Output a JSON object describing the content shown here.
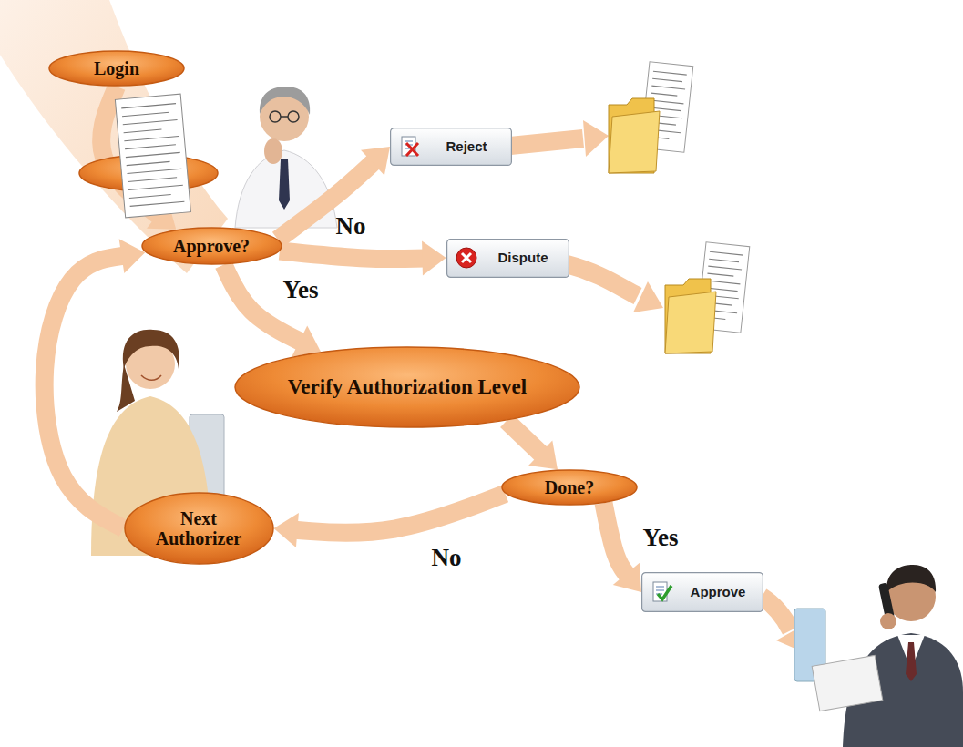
{
  "diagram": {
    "nodes": [
      {
        "text": [
          "Login"
        ]
      },
      {
        "text": [
          "Approve?"
        ]
      },
      {
        "text": [
          "Reject"
        ]
      },
      {
        "text": [
          "Dispute"
        ]
      },
      {
        "text": [
          "Verify Authorization Level"
        ]
      },
      {
        "text": [
          "Done?"
        ]
      },
      {
        "text": [
          "Next Authorizer"
        ]
      },
      {
        "text": [
          "Approve"
        ]
      }
    ],
    "edges": [
      {
        "from": 0,
        "to": 1,
        "arrow": "to"
      },
      {
        "from": 1,
        "to": 2,
        "label": "No",
        "arrow": "to"
      },
      {
        "from": 1,
        "to": 3,
        "arrow": "to"
      },
      {
        "from": 1,
        "to": 4,
        "label": "Yes",
        "arrow": "to"
      },
      {
        "from": 4,
        "to": 5,
        "arrow": "to"
      },
      {
        "from": 5,
        "to": 7,
        "label": "Yes",
        "arrow": "to"
      },
      {
        "from": 5,
        "to": 6,
        "label": "No",
        "arrow": "to"
      },
      {
        "from": 6,
        "to": 1,
        "arrow": "to"
      }
    ]
  }
}
